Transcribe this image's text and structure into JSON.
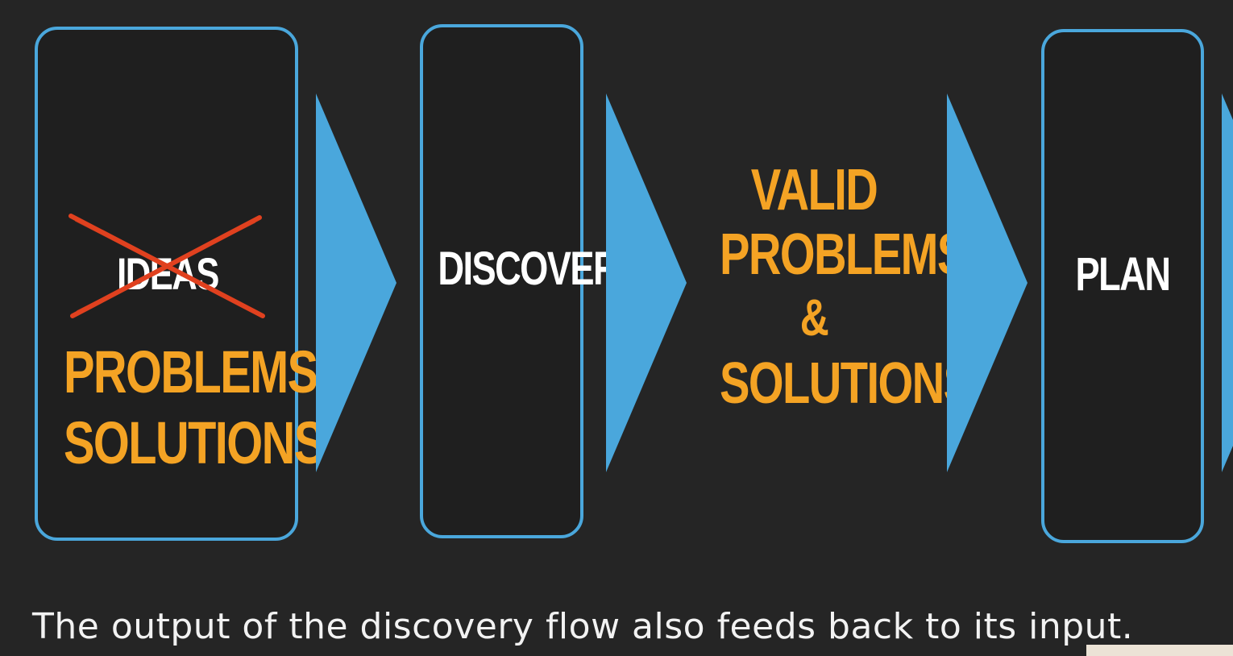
{
  "colors": {
    "background": "#252525",
    "box_border": "#4aa7dc",
    "arrow": "#4aa7dc",
    "highlight_text": "#f4a324",
    "plain_text": "#ffffff",
    "strike": "#e0411f"
  },
  "stage1": {
    "struck_word": "IDEAS",
    "line1": "PROBLEMS",
    "line2": "SOLUTIONS"
  },
  "stage2": {
    "label": "DISCOVER"
  },
  "stage3": {
    "line1": "VALID",
    "line2": "PROBLEMS",
    "line3": "&",
    "line4": "SOLUTIONS"
  },
  "stage4": {
    "label": "PLAN"
  },
  "caption": "The output of the discovery flow also feeds back to its input."
}
